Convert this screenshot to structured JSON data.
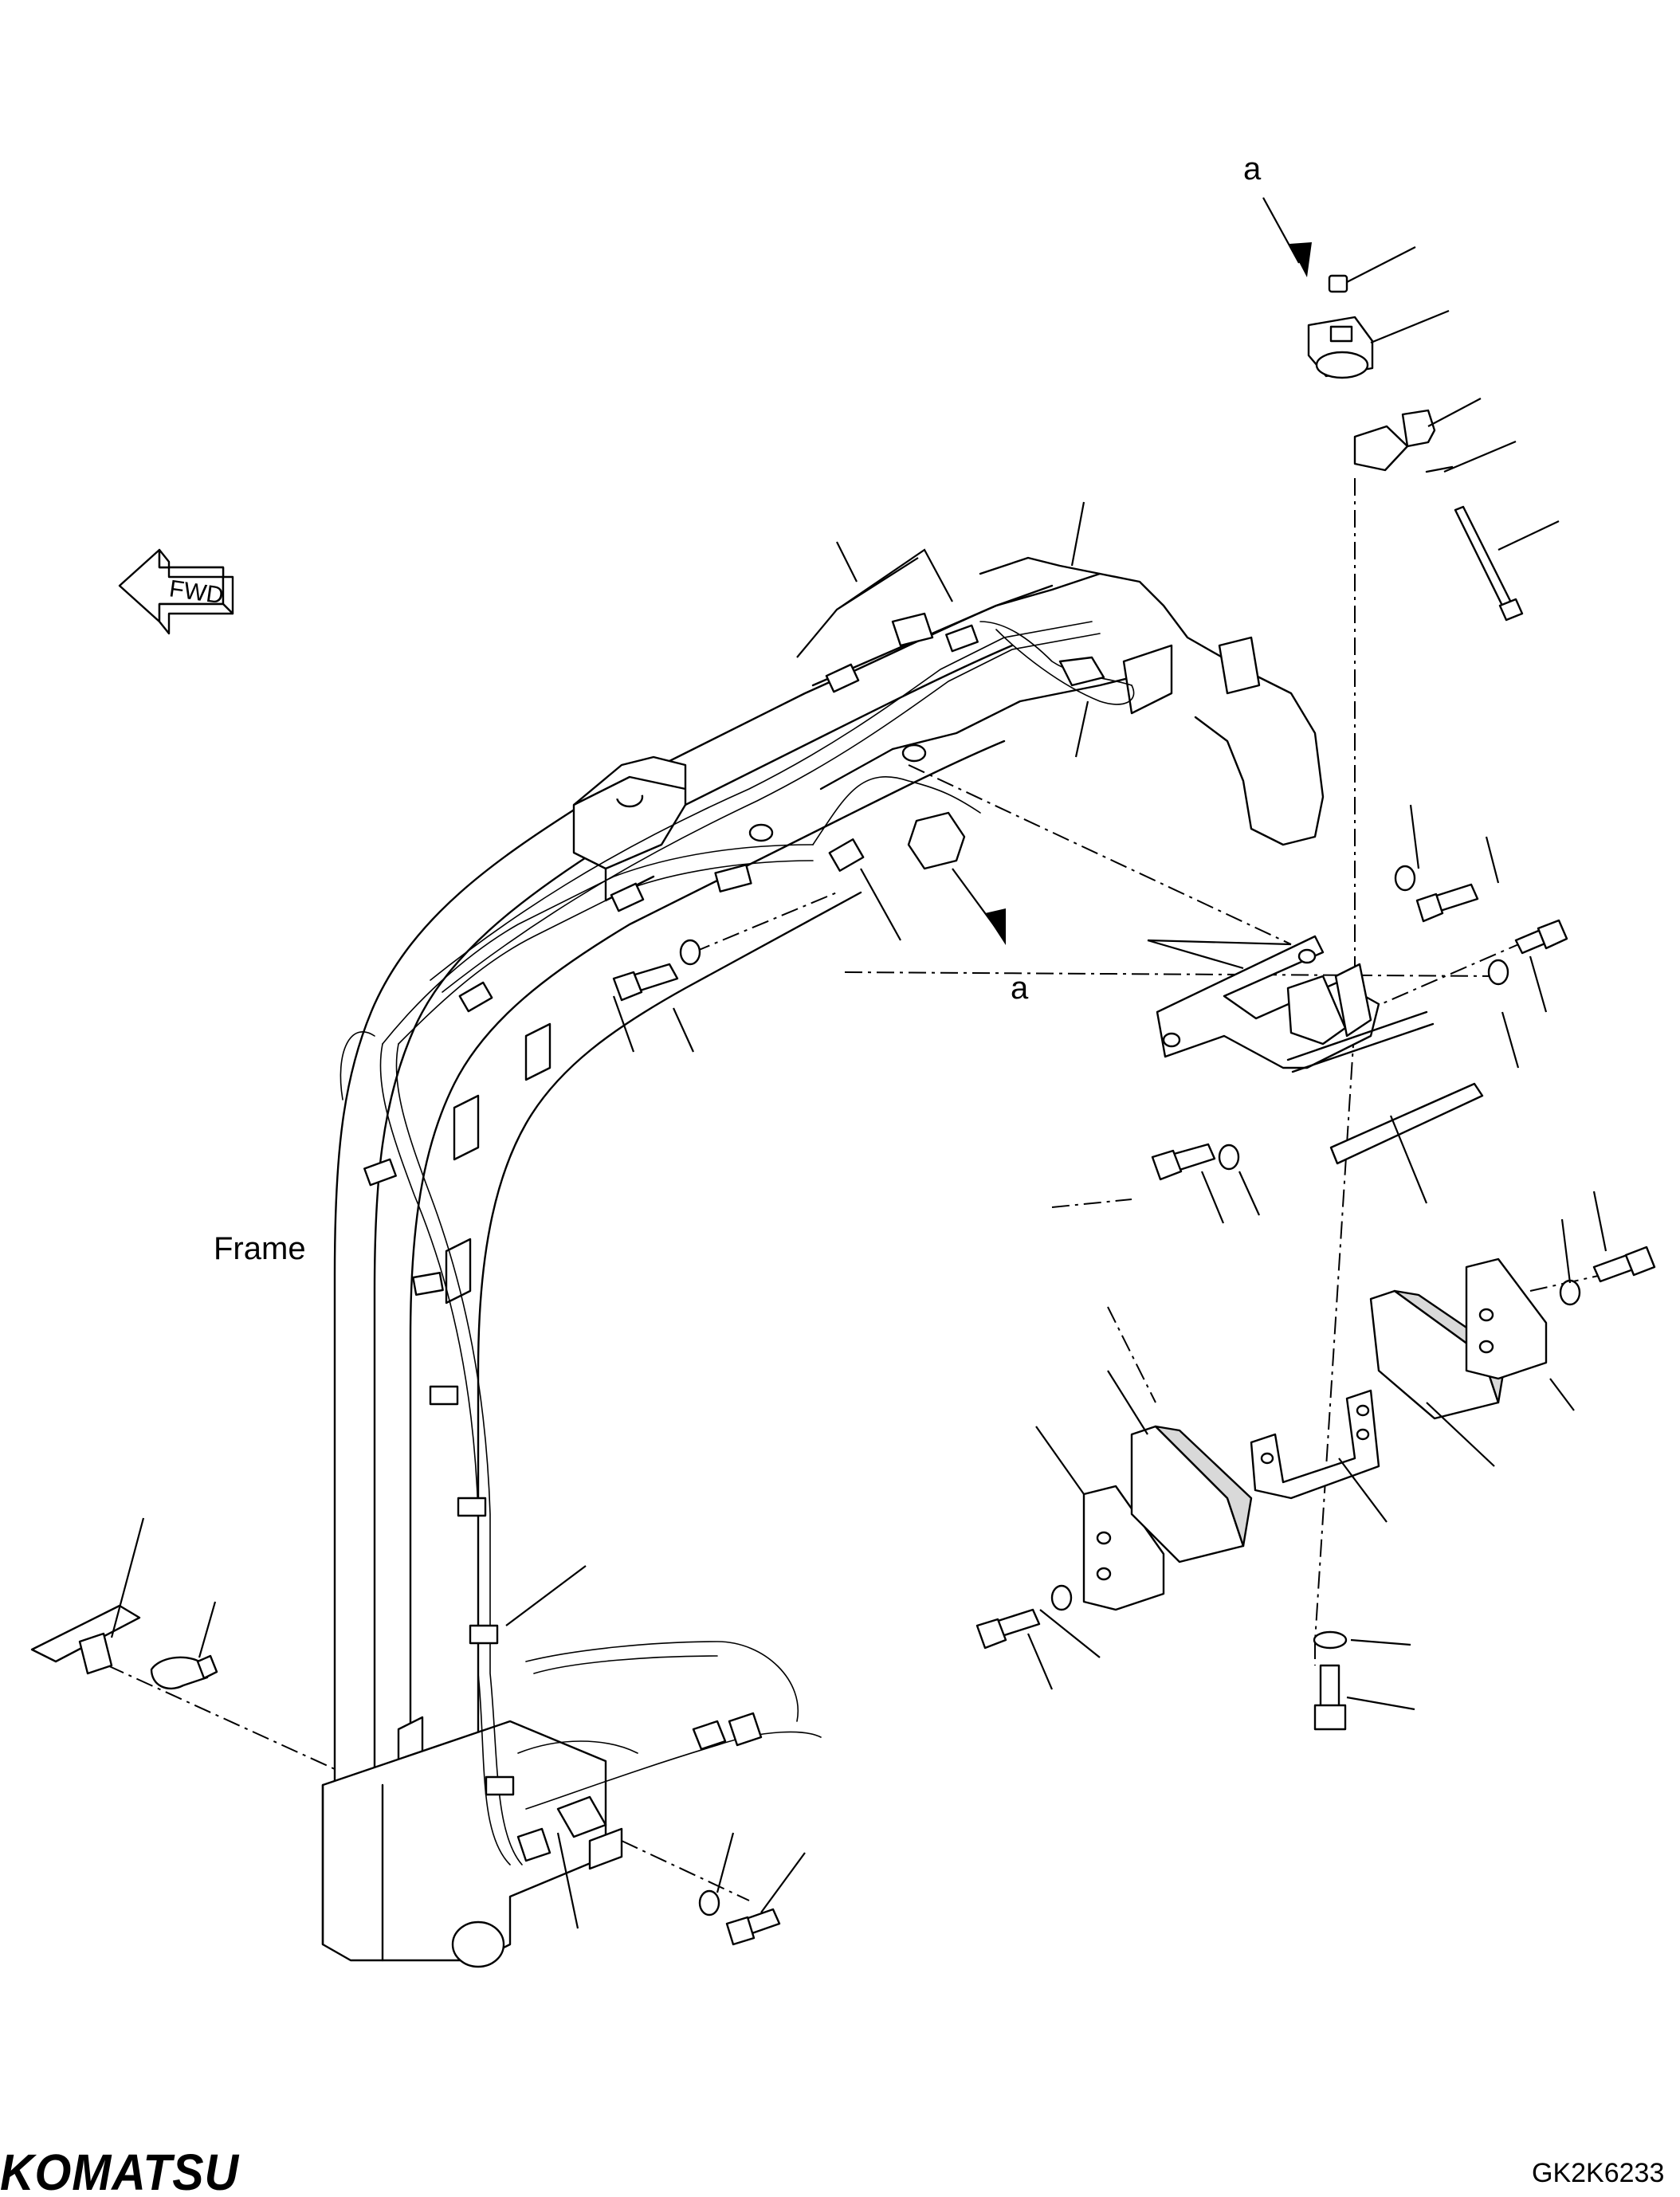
{
  "labels": {
    "view_marker_top": "a",
    "view_marker_bottom": "a",
    "frame": "Frame",
    "direction_arrow": "FWD"
  },
  "footer": {
    "brand": "KOMATSU",
    "drawing_code": "GK2K6233"
  },
  "icons": {
    "direction": "fwd-arrow-icon",
    "view_arrow": "view-direction-arrow-icon"
  },
  "colors": {
    "ink": "#000000",
    "paper": "#ffffff"
  }
}
